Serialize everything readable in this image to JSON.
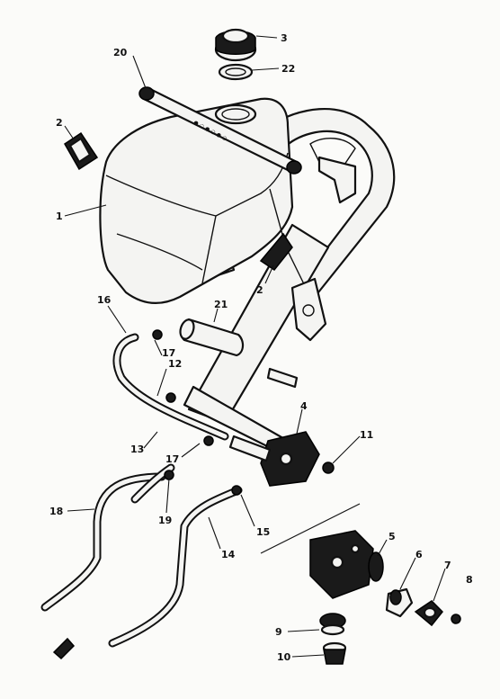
{
  "callouts": {
    "c1": "1",
    "c2": "2",
    "c3": "3",
    "c4": "4",
    "c5": "5",
    "c6": "6",
    "c7": "7",
    "c8": "8",
    "c9": "9",
    "c10": "10",
    "c11": "11",
    "c12": "12",
    "c13": "13",
    "c14": "14",
    "c15": "15",
    "c16": "16",
    "c17a": "17",
    "c17b": "17",
    "c18": "18",
    "c19": "19",
    "c20": "20",
    "c21": "21",
    "c22": "22",
    "c2b": "2"
  }
}
